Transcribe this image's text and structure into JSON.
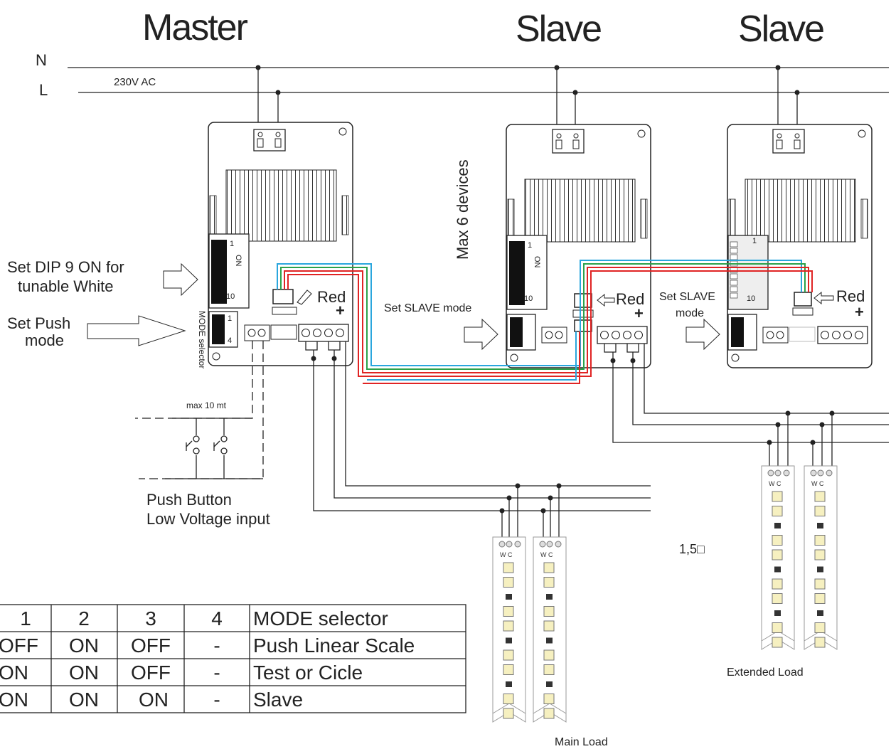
{
  "titles": {
    "master": "Master",
    "slave1": "Slave",
    "slave2": "Slave"
  },
  "power": {
    "n": "N",
    "l": "L",
    "voltage": "230V AC"
  },
  "notes": {
    "max_devices": "Max 6 devices",
    "dip9_line1": "Set DIP 9 ON for",
    "dip9_line2": "tunable White",
    "push_line1": "Set Push",
    "push_line2": "mode",
    "set_slave_mode": "Set SLAVE mode",
    "set_slave_line1": "Set SLAVE",
    "set_slave_line2": "mode",
    "mode_selector": "MODE selector",
    "max_distance": "max 10 mt",
    "push_button_line1": "Push Button",
    "push_button_line2": "Low Voltage input",
    "wire_section": "1,5□",
    "main_load": "Main Load",
    "extended_load": "Extended Load",
    "red": "Red",
    "dip_on": "ON",
    "dip_1": "1",
    "dip_10": "10",
    "dip_4": "4",
    "term_labels": "W C",
    "plus": "+"
  },
  "mode_table": {
    "headers": [
      "1",
      "2",
      "3",
      "4",
      "MODE selector"
    ],
    "rows": [
      [
        "OFF",
        "ON",
        "OFF",
        "-",
        "Push Linear Scale"
      ],
      [
        "ON",
        "ON",
        "OFF",
        "-",
        "Test or Cicle"
      ],
      [
        "ON",
        "ON",
        "ON",
        "-",
        "Slave"
      ]
    ]
  },
  "colors": {
    "wire_blue": "#2aa6dd",
    "wire_green": "#2ca14a",
    "wire_red": "#e02424",
    "line": "#222222"
  }
}
